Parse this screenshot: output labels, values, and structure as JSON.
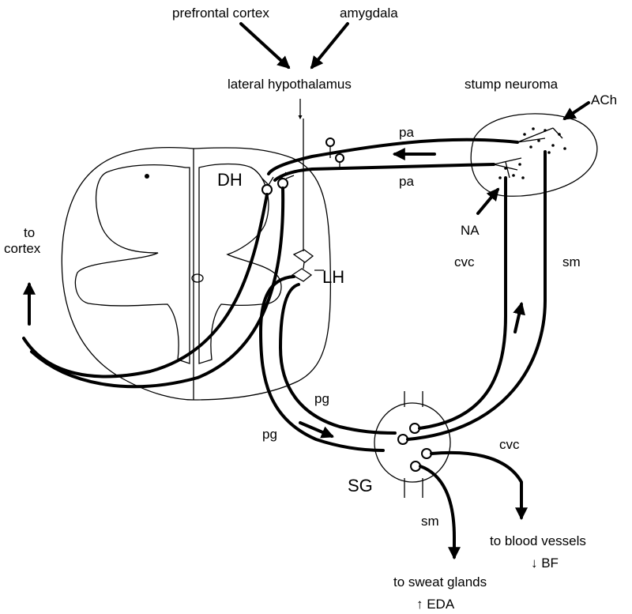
{
  "labels": {
    "prefrontal_cortex": "prefrontal cortex",
    "amygdala": "amygdala",
    "lateral_hypothalamus": "lateral hypothalamus",
    "stump_neuroma": "stump neuroma",
    "ach": "ACh",
    "pa_upper": "pa",
    "pa_lower": "pa",
    "dh": "DH",
    "lh": "LH",
    "na": "NA",
    "to_cortex_line1": "to",
    "to_cortex_line2": "cortex",
    "cvc_upper": "cvc",
    "sm_upper": "sm",
    "pg_upper": "pg",
    "pg_lower": "pg",
    "cvc_lower": "cvc",
    "sg": "SG",
    "sm_lower": "sm",
    "to_blood_vessels": "to blood vessels",
    "bf": "↓ BF",
    "to_sweat_glands": "to sweat glands",
    "eda": "↑ EDA"
  }
}
